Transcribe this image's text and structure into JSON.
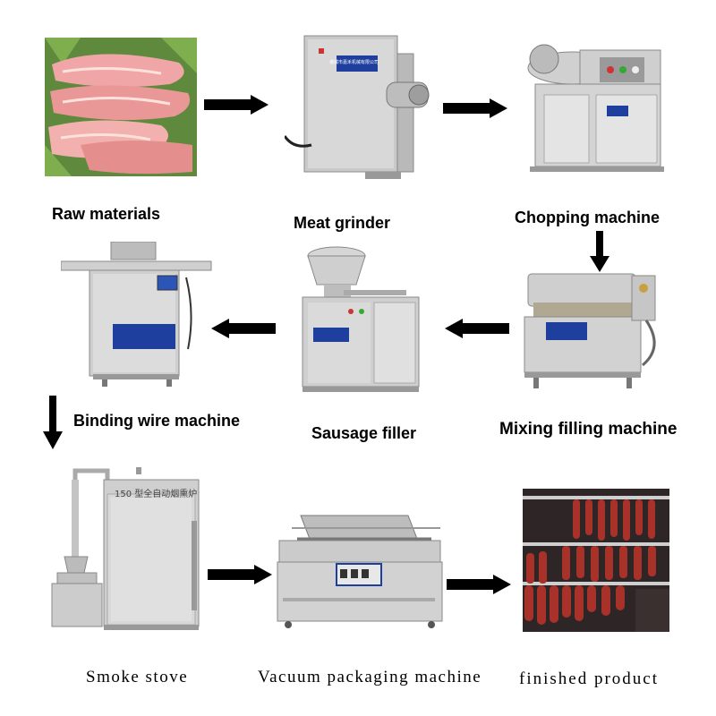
{
  "steps": [
    {
      "id": "raw",
      "label": "Raw materials"
    },
    {
      "id": "grinder",
      "label": "Meat grinder"
    },
    {
      "id": "chopping",
      "label": "Chopping machine"
    },
    {
      "id": "mixing",
      "label": "Mixing filling machine"
    },
    {
      "id": "filler",
      "label": "Sausage filler"
    },
    {
      "id": "binding",
      "label": "Binding wire machine"
    },
    {
      "id": "smoke",
      "label": "Smoke stove"
    },
    {
      "id": "vacuum",
      "label": "Vacuum packaging machine"
    },
    {
      "id": "finished",
      "label": "finished product"
    }
  ],
  "plates": {
    "machine_plate_text": "诸城市嘉禾机械有限公司",
    "smoke_header_text": "150 型全自动烟熏炉"
  },
  "colors": {
    "arrow": "#000000",
    "steel": "#c8c8c8",
    "plate_blue": "#1f3f9e",
    "meat": "#e89a9a",
    "sausage": "#a8322a"
  }
}
